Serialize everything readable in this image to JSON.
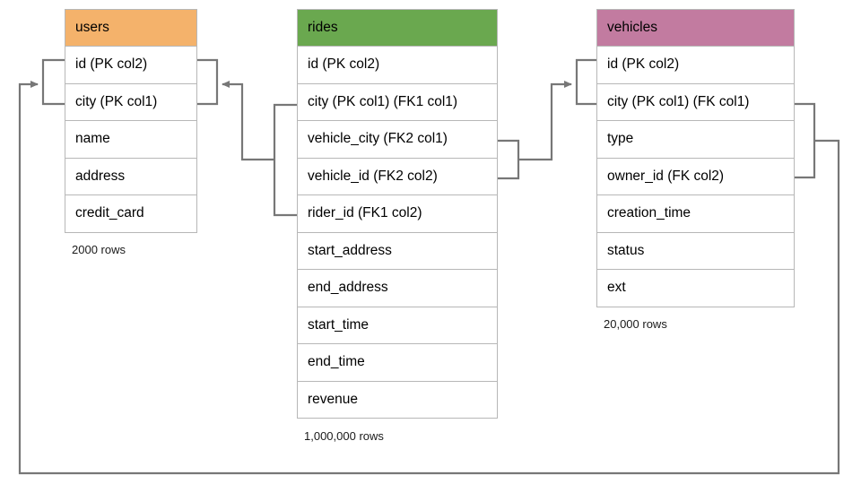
{
  "diagram": {
    "title": "",
    "type": "entity-relationship-diagram",
    "line_color": "#777777",
    "border_color": "#b7b7b7",
    "background": "#ffffff"
  },
  "entities": [
    {
      "name": "users",
      "header_color": "#f4b26b",
      "row_count_label": "2000 rows",
      "columns": [
        {
          "label": "id (PK col2)"
        },
        {
          "label": "city (PK col1)"
        },
        {
          "label": "name"
        },
        {
          "label": "address"
        },
        {
          "label": "credit_card"
        }
      ]
    },
    {
      "name": "rides",
      "header_color": "#6aa84f",
      "row_count_label": "1,000,000 rows",
      "columns": [
        {
          "label": "id (PK col2)"
        },
        {
          "label": "city (PK col1) (FK1 col1)"
        },
        {
          "label": "vehicle_city (FK2 col1)"
        },
        {
          "label": "vehicle_id (FK2 col2)"
        },
        {
          "label": "rider_id (FK1 col2)"
        },
        {
          "label": "start_address"
        },
        {
          "label": "end_address"
        },
        {
          "label": "start_time"
        },
        {
          "label": "end_time"
        },
        {
          "label": "revenue"
        }
      ]
    },
    {
      "name": "vehicles",
      "header_color": "#c27ba0",
      "row_count_label": "20,000 rows",
      "columns": [
        {
          "label": "id (PK col2)"
        },
        {
          "label": "city (PK col1) (FK col1)"
        },
        {
          "label": "type"
        },
        {
          "label": "owner_id (FK col2)"
        },
        {
          "label": "creation_time"
        },
        {
          "label": "status"
        },
        {
          "label": "ext"
        }
      ]
    }
  ],
  "relationships": [
    {
      "name": "rides-fk1-to-users",
      "from_entity": "rides",
      "from_columns": [
        "city (PK col1) (FK1 col1)",
        "rider_id (FK1 col2)"
      ],
      "to_entity": "users",
      "to_columns": [
        "id (PK col2)",
        "city (PK col1)"
      ],
      "direction": "left"
    },
    {
      "name": "rides-fk2-to-vehicles",
      "from_entity": "rides",
      "from_columns": [
        "vehicle_city (FK2 col1)",
        "vehicle_id (FK2 col2)"
      ],
      "to_entity": "vehicles",
      "to_columns": [
        "id (PK col2)",
        "city (PK col1) (FK col1)"
      ],
      "direction": "right"
    },
    {
      "name": "vehicles-fk-to-users",
      "from_entity": "vehicles",
      "from_columns": [
        "city (PK col1) (FK col1)",
        "owner_id (FK col2)"
      ],
      "to_entity": "users",
      "to_columns": [
        "id (PK col2)",
        "city (PK col1)"
      ],
      "direction": "around-bottom"
    }
  ]
}
